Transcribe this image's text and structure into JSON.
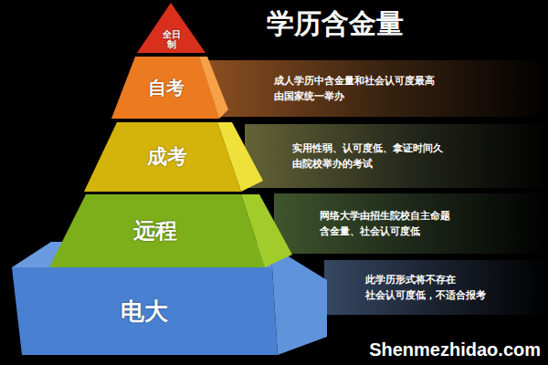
{
  "diagram": {
    "title": "学历含金量",
    "nodes": [
      {
        "text": [
          "全日制"
        ]
      },
      {
        "text": [
          "自考"
        ]
      },
      {
        "text": [
          "成人学历中含金量和社会认可度最高",
          "由国家统一举办"
        ]
      },
      {
        "text": [
          "成考"
        ]
      },
      {
        "text": [
          "实用性弱、认可度低、拿证时间久",
          "由院校举办的考试"
        ]
      },
      {
        "text": [
          "远程"
        ]
      },
      {
        "text": [
          "网络大学由招生院校自主命题",
          "含金量、社会认可度低"
        ]
      },
      {
        "text": [
          "电大"
        ]
      },
      {
        "text": [
          "此学历形式将不存在",
          "社会认可度低，不适合报考"
        ]
      }
    ],
    "labels": [
      "Shenmezhidao.com"
    ]
  }
}
